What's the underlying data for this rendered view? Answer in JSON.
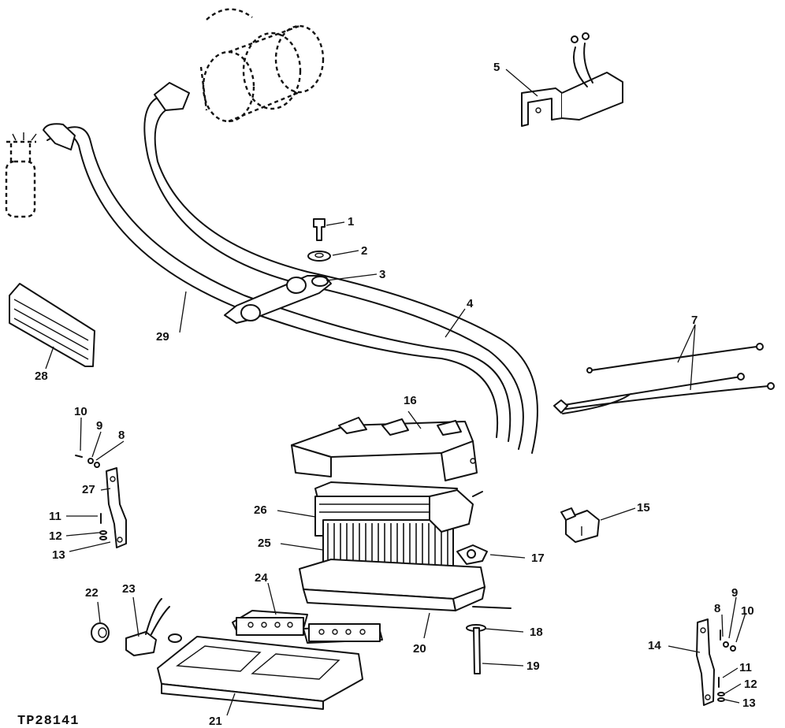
{
  "figure_id": "TP28141",
  "callouts": [
    "1",
    "2",
    "3",
    "4",
    "5",
    "7",
    "8",
    "8",
    "9",
    "9",
    "10",
    "10",
    "11",
    "11",
    "12",
    "12",
    "13",
    "13",
    "14",
    "15",
    "16",
    "17",
    "18",
    "19",
    "20",
    "21",
    "22",
    "23",
    "24",
    "25",
    "26",
    "27",
    "28",
    "29"
  ]
}
